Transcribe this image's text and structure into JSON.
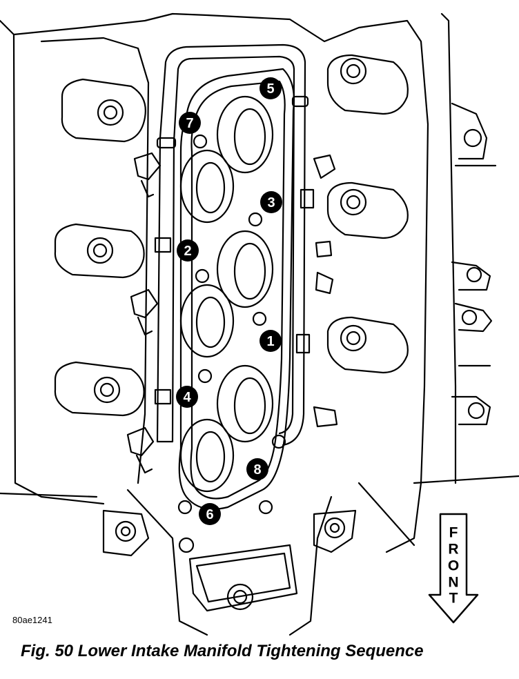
{
  "figure": {
    "caption": "Fig. 50 Lower Intake Manifold Tightening Sequence",
    "reference_code": "80ae1241"
  },
  "bolt_sequence": [
    {
      "label": "1"
    },
    {
      "label": "2"
    },
    {
      "label": "3"
    },
    {
      "label": "4"
    },
    {
      "label": "5"
    },
    {
      "label": "6"
    },
    {
      "label": "7"
    },
    {
      "label": "8"
    }
  ],
  "front_indicator": {
    "letters": [
      "F",
      "R",
      "O",
      "N",
      "T"
    ]
  }
}
